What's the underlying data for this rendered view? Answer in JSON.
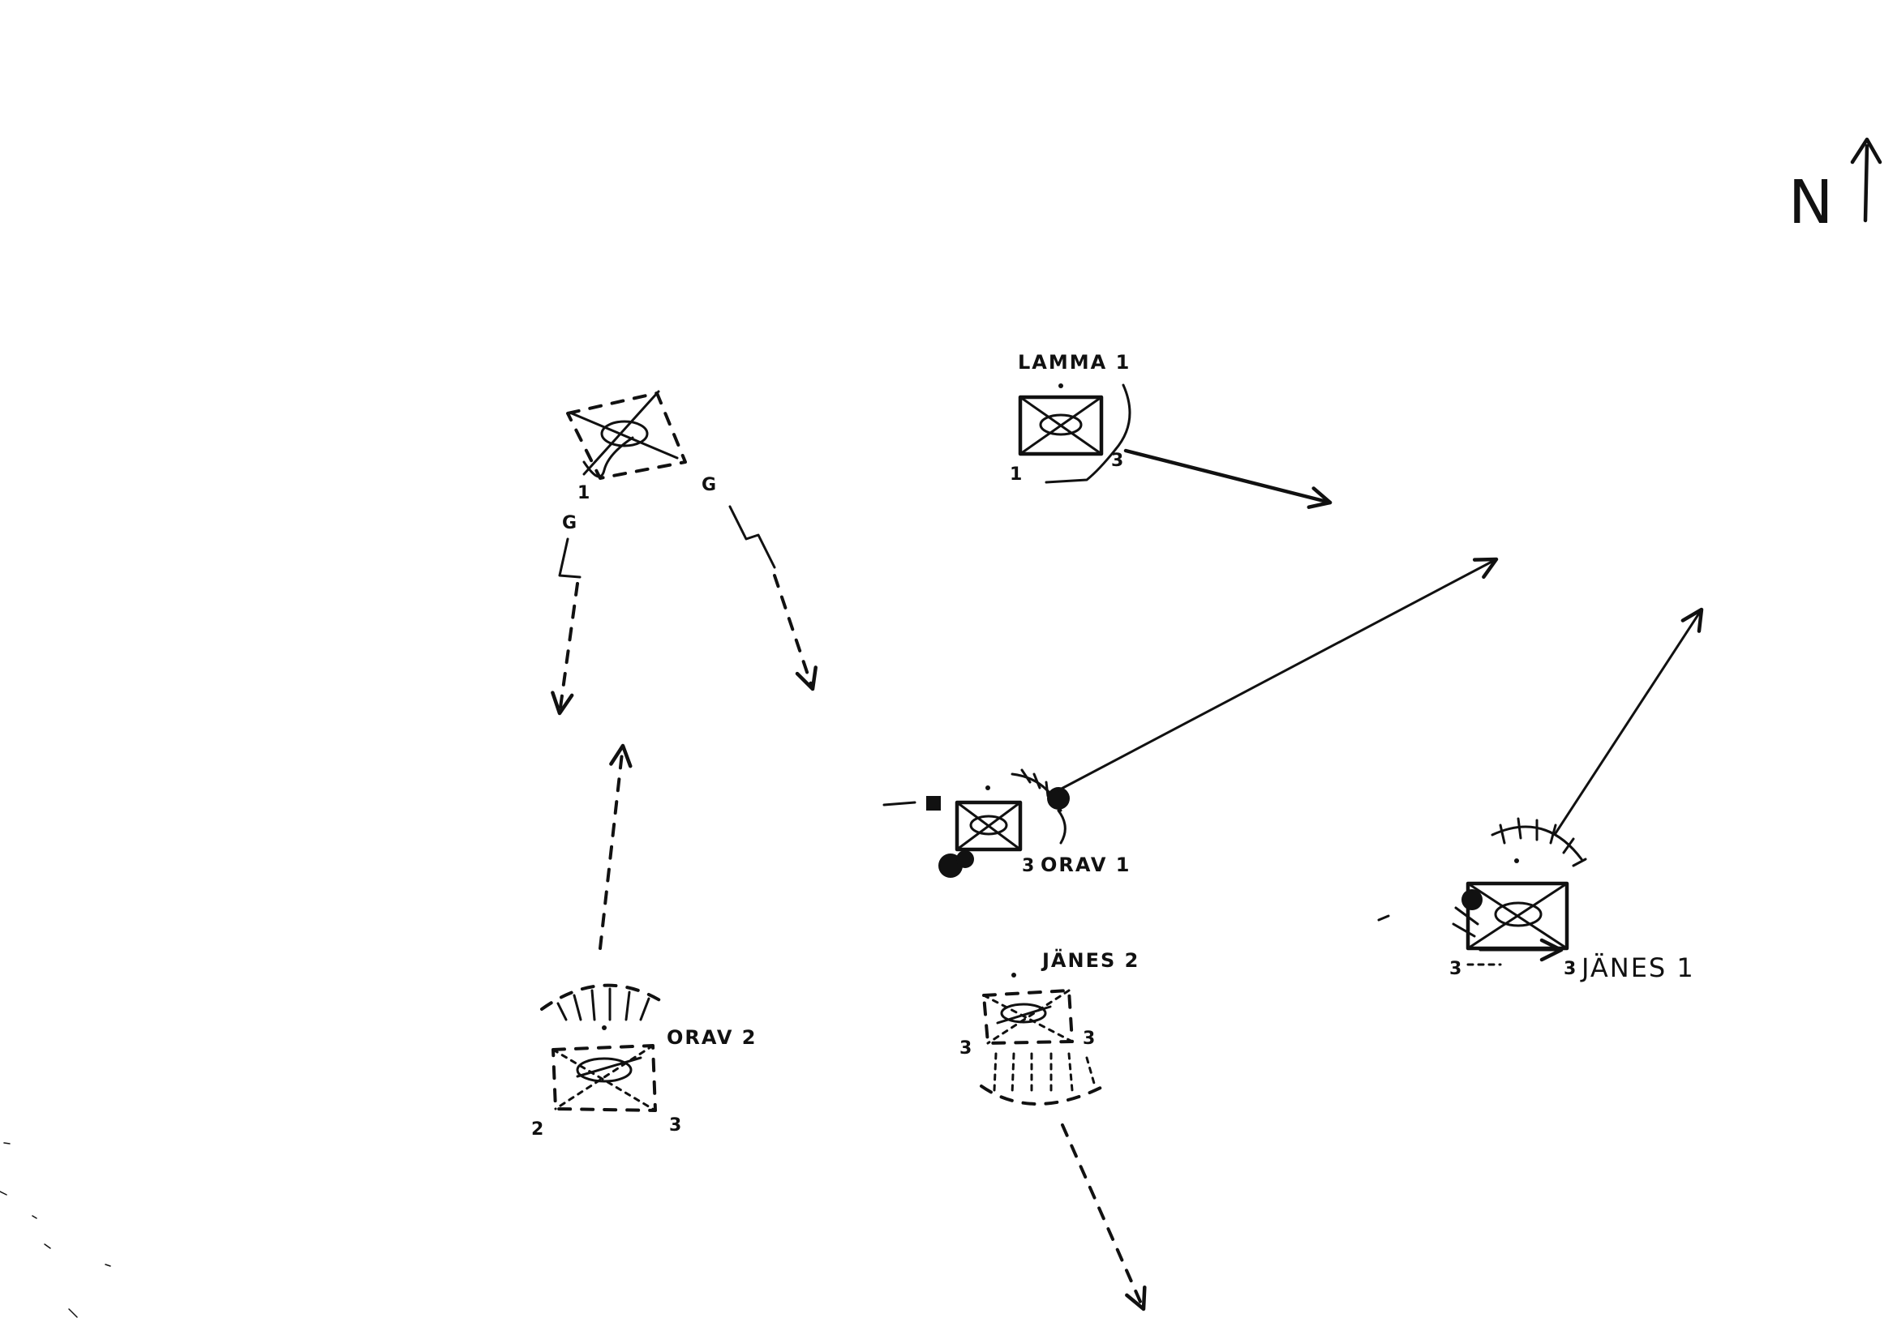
{
  "north_marker": {
    "text": "N"
  },
  "nodes": {
    "lamma1": {
      "name": "LAMMA 1",
      "ports": [
        "1",
        "3"
      ]
    },
    "orav1": {
      "name": "ORAV 1",
      "port": "3"
    },
    "janes1": {
      "name": "JÄNES 1",
      "ports": [
        "3",
        "3"
      ]
    },
    "orav2": {
      "name": "ORAV 2",
      "ports": [
        "2",
        "3"
      ]
    },
    "janes2": {
      "name": "JÄNES 2",
      "ports": [
        "3",
        "3"
      ]
    },
    "unnamed": {
      "ports": [
        "1",
        "G",
        "G"
      ]
    }
  },
  "colors": {
    "ink": "#111111",
    "background": "#ffffff"
  }
}
